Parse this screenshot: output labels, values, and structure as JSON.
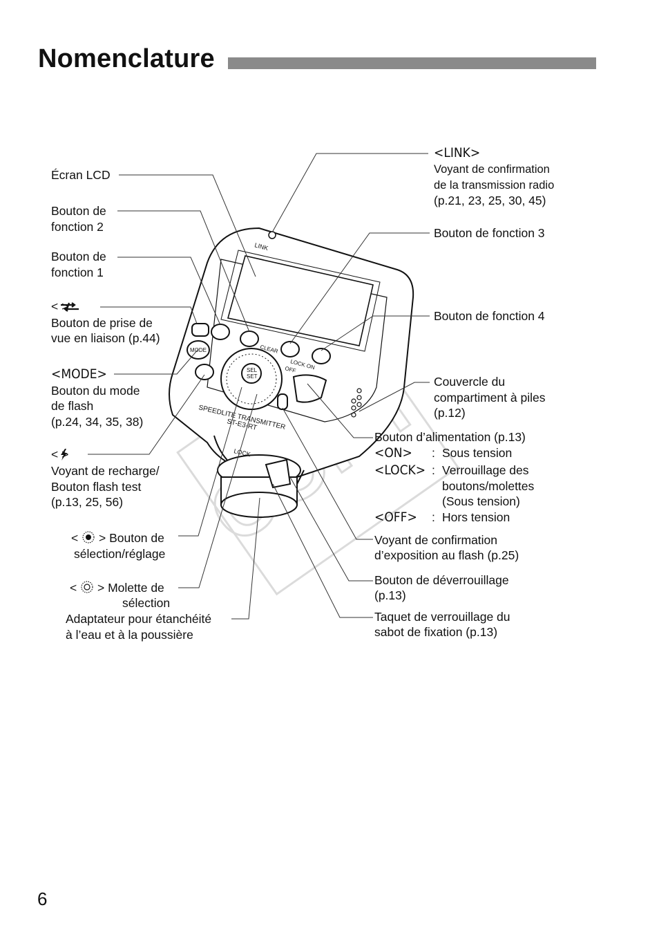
{
  "page": {
    "title": "Nomenclature",
    "page_number": "6",
    "watermark": "COPY"
  },
  "device": {
    "link_text": "LINK",
    "clear_text": "CLEAR",
    "mode_text": "MODE",
    "sel_text": "SEL",
    "set_text": "SET",
    "lock_on_text": "LOCK ON",
    "off_text": "OFF",
    "model_line1": "SPEEDLITE TRANSMITTER",
    "model_line2": "ST-E3-RT",
    "lock_ring_text": "LOCK"
  },
  "labels": {
    "lcd": "Écran LCD",
    "fn2_l1": "Bouton de",
    "fn2_l2": "fonction 2",
    "fn1_l1": "Bouton de",
    "fn1_l2": "fonction 1",
    "linked_symbol": "<   >",
    "linked_l1": "Bouton de prise de",
    "linked_l2": "vue en liaison (p.44)",
    "mode_symbol": "<MODE>",
    "mode_l1": "Bouton du mode",
    "mode_l2": "de flash",
    "mode_l3": "(p.24, 34, 35, 38)",
    "flash_symbol": "<   >",
    "flash_l1": "Voyant de recharge/",
    "flash_l2": "Bouton flash test",
    "flash_l3": "(p.13, 25, 56)",
    "set_l1": "> Bouton de",
    "set_l1_prefix": "<",
    "set_l2": "sélection/réglage",
    "dial_l1": "> Molette de",
    "dial_l1_prefix": "<",
    "dial_l2": "sélection",
    "adapter_l1": "Adaptateur pour étanchéité",
    "adapter_l2": "à l’eau et à la poussière",
    "link_symbol": "<LINK>",
    "link_l1": "Voyant de confirmation",
    "link_l2": "de la transmission radio",
    "link_l3": "(p.21, 23, 25, 30, 45)",
    "fn3": "Bouton de fonction 3",
    "fn4": "Bouton de fonction 4",
    "battery_l1": "Couvercle du",
    "battery_l2": "compartiment à piles",
    "battery_l3": "(p.12)",
    "power_l1": "Bouton d’alimentation (p.13)",
    "on_symbol": "<ON>",
    "on_desc": "Sous tension",
    "lock_symbol": "<LOCK>",
    "lock_desc_l1": "Verrouillage des",
    "lock_desc_l2": "boutons/molettes",
    "lock_desc_l3": "(Sous tension)",
    "off_symbol": "<OFF>",
    "off_desc": "Hors tension",
    "colon": ":",
    "fec_l1": "Voyant de confirmation",
    "fec_l2": "d’exposition au flash (p.25)",
    "release_l1": "Bouton de déverrouillage",
    "release_l2": "(p.13)",
    "pin_l1": "Taquet de verrouillage du",
    "pin_l2": "sabot de fixation (p.13)"
  }
}
